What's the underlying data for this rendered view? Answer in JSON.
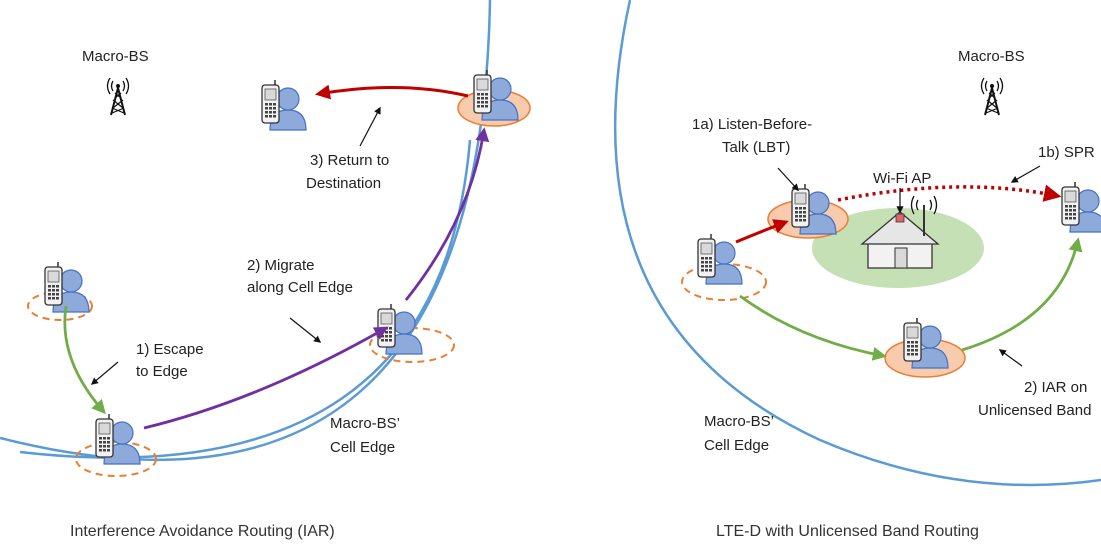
{
  "left_panel": {
    "macro_bs_label": "Macro-BS",
    "step1_line1": "1) Escape",
    "step1_line2": "to Edge",
    "step2_line1": "2) Migrate",
    "step2_line2": "along Cell Edge",
    "step3_line1": "3) Return to",
    "step3_line2": "Destination",
    "cell_edge_line1": "Macro-BS’",
    "cell_edge_line2": "Cell Edge",
    "caption": "Interference Avoidance Routing (IAR)"
  },
  "right_panel": {
    "macro_bs_label": "Macro-BS",
    "lbt_line1": "1a) Listen-Before-",
    "lbt_line2": "Talk (LBT)",
    "wifi_label": "Wi-Fi AP",
    "spr_label": "1b) SPR",
    "iar_line1": "2) IAR on",
    "iar_line2": "Unlicensed Band",
    "cell_edge_line1": "Macro-BS’",
    "cell_edge_line2": "Cell Edge",
    "caption": "LTE-D with Unlicensed Band Routing"
  },
  "colors": {
    "cell_edge": "#5b9bd5",
    "green_arrow": "#70ad47",
    "purple_arrow": "#7030a0",
    "red_arrow": "#c00000",
    "orange_zone": "#f8cbad",
    "orange_stroke": "#ed7d31",
    "wifi_zone": "#c5e0b4"
  },
  "icons": {
    "tower": "antenna-tower-icon",
    "user": "mobile-user-icon",
    "house": "house-icon"
  }
}
